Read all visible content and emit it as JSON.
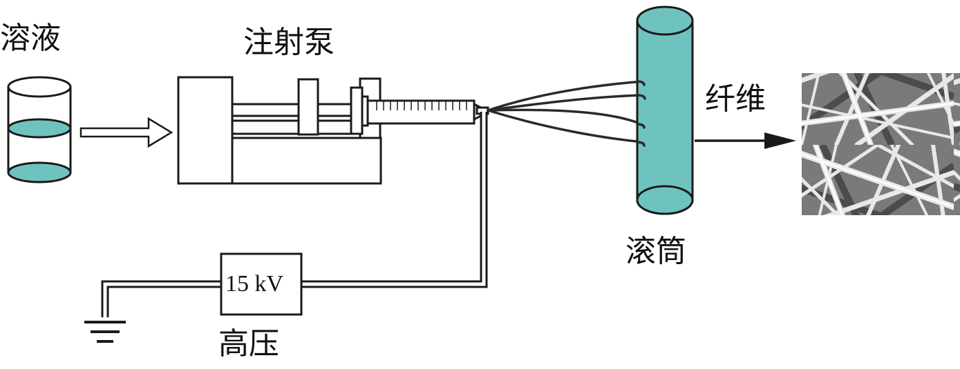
{
  "labels": {
    "solution": "溶液",
    "syringe_pump": "注射泵",
    "drum": "滚筒",
    "fiber": "纤维",
    "high_voltage": "高压",
    "voltage_value": "15 kV"
  },
  "colors": {
    "teal": "#6fc3bf",
    "outline": "#1a1a1a"
  }
}
